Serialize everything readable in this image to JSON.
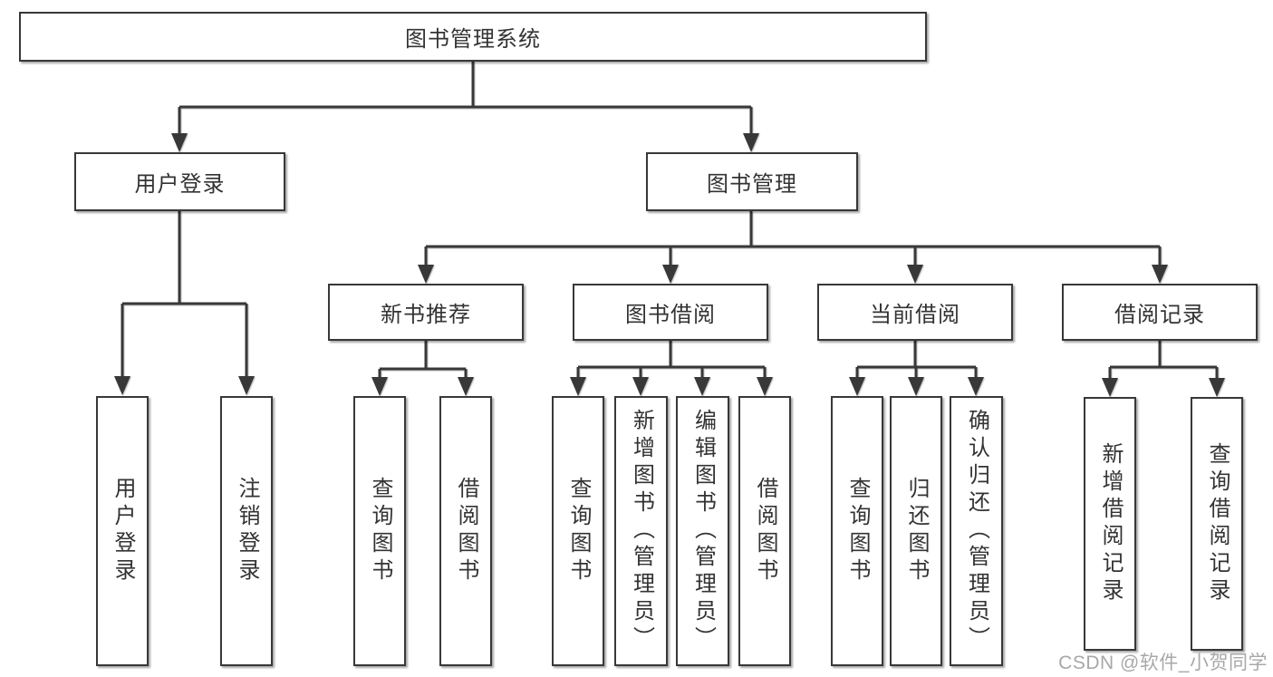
{
  "tree": {
    "label": "图书管理系统",
    "children": [
      {
        "label": "用户登录",
        "children": [
          {
            "label": "用户登录"
          },
          {
            "label": "注销登录"
          }
        ]
      },
      {
        "label": "图书管理",
        "children": [
          {
            "label": "新书推荐",
            "children": [
              {
                "label": "查询图书"
              },
              {
                "label": "借阅图书"
              }
            ]
          },
          {
            "label": "图书借阅",
            "children": [
              {
                "label": "查询图书"
              },
              {
                "label": "新增图书（管理员）"
              },
              {
                "label": "编辑图书（管理员）"
              },
              {
                "label": "借阅图书"
              }
            ]
          },
          {
            "label": "当前借阅",
            "children": [
              {
                "label": "查询图书"
              },
              {
                "label": "归还图书"
              },
              {
                "label": "确认归还（管理员）"
              }
            ]
          },
          {
            "label": "借阅记录",
            "children": [
              {
                "label": "新增借阅记录"
              },
              {
                "label": "查询借阅记录"
              }
            ]
          }
        ]
      }
    ]
  },
  "watermark": {
    "text": "CSDN @软件_小贺同学"
  },
  "colors": {
    "line": "#383838",
    "border": "#383838",
    "text": "#333333",
    "watermark": "#a8a8a8",
    "background": "#ffffff"
  }
}
